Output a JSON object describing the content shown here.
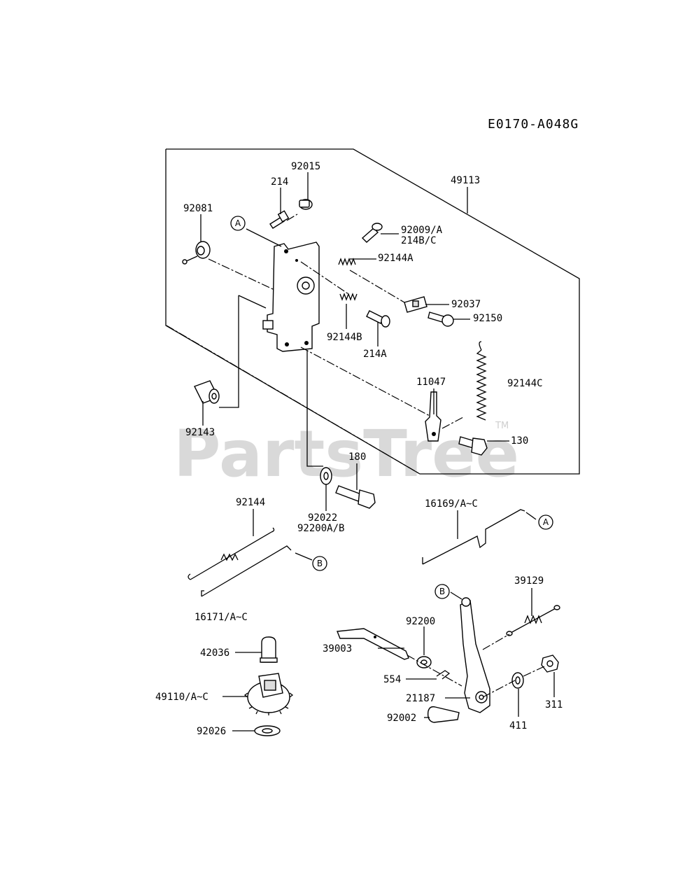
{
  "diagram": {
    "code": "E0170-A048G",
    "watermark": "PartsTree",
    "watermark_tm": "TM",
    "labels": {
      "l92015": "92015",
      "l214": "214",
      "l92081": "92081",
      "l49113": "49113",
      "l92009": "92009/A",
      "l214bc": "214B/C",
      "l92144a": "92144A",
      "l92037": "92037",
      "l92150": "92150",
      "l92144b": "92144B",
      "l214a": "214A",
      "l11047": "11047",
      "l92144c": "92144C",
      "l92143": "92143",
      "l130": "130",
      "l180": "180",
      "l92022": "92022",
      "l92200ab": "92200A/B",
      "l92144": "92144",
      "l16169": "16169/A~C",
      "l16171": "16171/A~C",
      "l39129": "39129",
      "l92200": "92200",
      "l39003": "39003",
      "l42036": "42036",
      "l554": "554",
      "l49110": "49110/A~C",
      "l21187": "21187",
      "l92002": "92002",
      "l311": "311",
      "l411": "411",
      "l92026": "92026"
    },
    "ref_marks": {
      "a1": "A",
      "a2": "A",
      "b1": "B",
      "b2": "B"
    }
  }
}
